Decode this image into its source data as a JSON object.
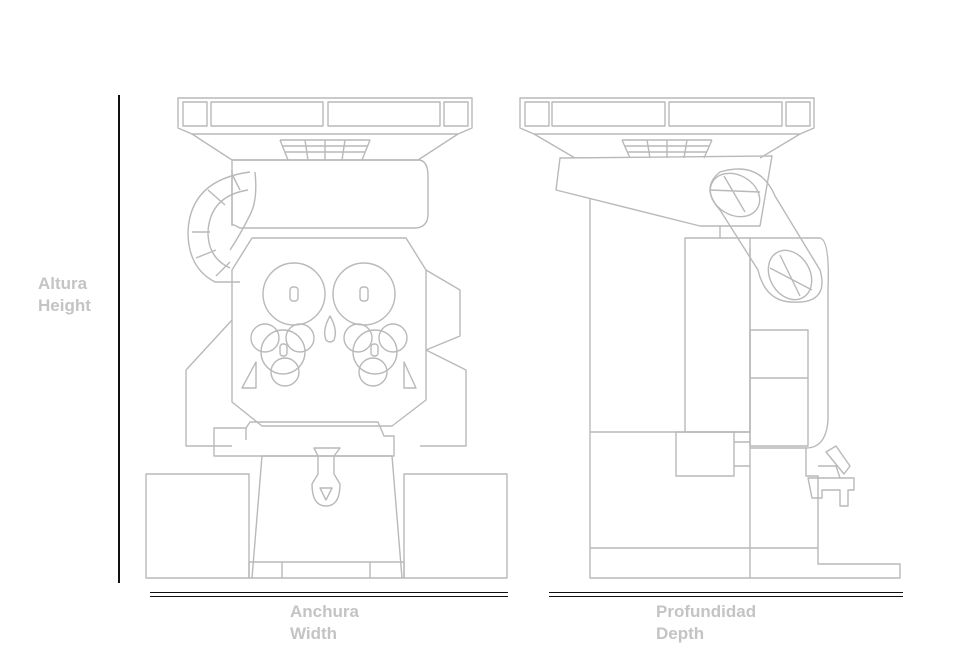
{
  "dimensions": {
    "height": {
      "es": "Altura",
      "en": "Height"
    },
    "width": {
      "es": "Anchura",
      "en": "Width"
    },
    "depth": {
      "es": "Profundidad",
      "en": "Depth"
    }
  },
  "colors": {
    "label": "#c4c4c4",
    "drawing_line": "#b9b9b9",
    "dimension_line": "#111111"
  },
  "views": [
    "front-view",
    "side-view"
  ]
}
